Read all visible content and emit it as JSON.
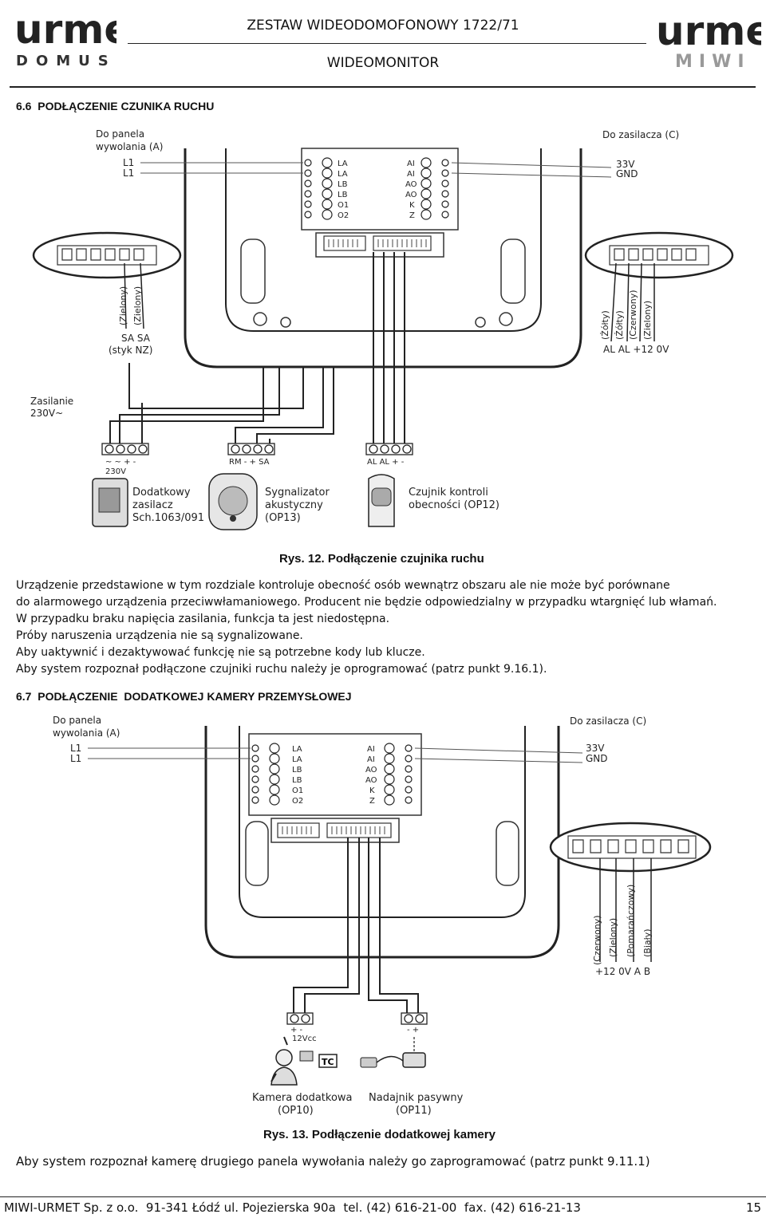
{
  "header": {
    "left_logo": {
      "word": "urmet",
      "sub": "DOMUS"
    },
    "right_logo": {
      "word": "urmet",
      "sub": "MIWI"
    },
    "title": "ZESTAW WIDEODOMOFONOWY 1722/71",
    "subtitle": "WIDEOMONITOR"
  },
  "section_1": {
    "heading": "6.6  PODŁĄCZENIE CZUNIKA RUCHU",
    "diagram": {
      "to_panel": "Do panela",
      "to_panel_2": "wywolania (A)",
      "l1a": "L1",
      "l1b": "L1",
      "to_psu": "Do zasilacza (C)",
      "v33": "33V",
      "gnd": "GND",
      "left_terms": [
        "LA",
        "LA",
        "LB",
        "LB",
        "O1",
        "O2"
      ],
      "right_terms": [
        "AI",
        "AI",
        "AO",
        "AO",
        "K",
        "Z"
      ],
      "wire_left": [
        "(Zielony)",
        "(Zielony)"
      ],
      "sa_label": "SA SA",
      "styk": "(styk NZ)",
      "wire_right": [
        "(Żółty)",
        "(Żółty)",
        "(Czerwony)",
        "(Zielony)"
      ],
      "al_label": "AL  AL +12 0V",
      "zasilanie": "Zasilanie",
      "zasilanie_v": "230V~",
      "psu_terms": "~  ~  +  -",
      "psu_v": "230V",
      "psu_name": [
        "Dodatkowy",
        "zasilacz",
        "Sch.1063/091"
      ],
      "siren_terms": "RM  -  +  SA",
      "siren_name": [
        "Sygnalizator",
        "akustyczny",
        "(OP13)"
      ],
      "sensor_terms": "AL AL  +  -",
      "sensor_name": [
        "Czujnik kontroli",
        "obecności (OP12)"
      ]
    },
    "caption": "Rys. 12. Podłączenie czujnika ruchu",
    "paragraph": [
      "Urządzenie przedstawione w tym rozdziale kontroluje obecność osób wewnątrz obszaru ale nie może być porównane",
      "do alarmowego urządzenia przeciwwłamaniowego. Producent nie będzie odpowiedzialny w przypadku wtargnięć lub włamań.",
      "W przypadku braku napięcia zasilania, funkcja ta jest niedostępna.",
      "Próby naruszenia urządzenia nie są sygnalizowane.",
      "Aby uaktywnić i dezaktywować funkcję nie są potrzebne kody lub klucze.",
      "Aby system rozpoznał podłączone czujniki ruchu należy je oprogramować (patrz punkt 9.16.1)."
    ]
  },
  "section_2": {
    "heading": "6.7  PODŁĄCZENIE  DODATKOWEJ KAMERY PRZEMYSŁOWEJ",
    "diagram": {
      "to_panel": "Do panela",
      "to_panel_2": "wywolania (A)",
      "l1a": "L1",
      "l1b": "L1",
      "to_psu": "Do zasilacza (C)",
      "v33": "33V",
      "gnd": "GND",
      "left_terms": [
        "LA",
        "LA",
        "LB",
        "LB",
        "O1",
        "O2"
      ],
      "right_terms": [
        "AI",
        "AI",
        "AO",
        "AO",
        "K",
        "Z"
      ],
      "wire_right": [
        "(Czerwony)",
        "(Zielony)",
        "(Pomarańczowy)",
        "(Biały)"
      ],
      "bottom_label": "+12 0V  A   B",
      "cam_terms": "+  -",
      "cam_v": "12Vcc",
      "tc": "TC",
      "tx_terms": "-  +",
      "cam_name": [
        "Kamera dodatkowa",
        "(OP10)"
      ],
      "tx_name": [
        "Nadajnik pasywny",
        "(OP11)"
      ]
    },
    "caption": "Rys. 13. Podłączenie dodatkowej kamery",
    "note": "Aby system rozpoznał kamerę drugiego panela wywołania należy go zaprogramować (patrz punkt 9.11.1)"
  },
  "footer": {
    "company": "MIWI-URMET Sp. z o.o.  91-341 Łódź ul. Pojezierska 90a  tel. (42) 616-21-00  fax. (42) 616-21-13",
    "page": "15"
  }
}
